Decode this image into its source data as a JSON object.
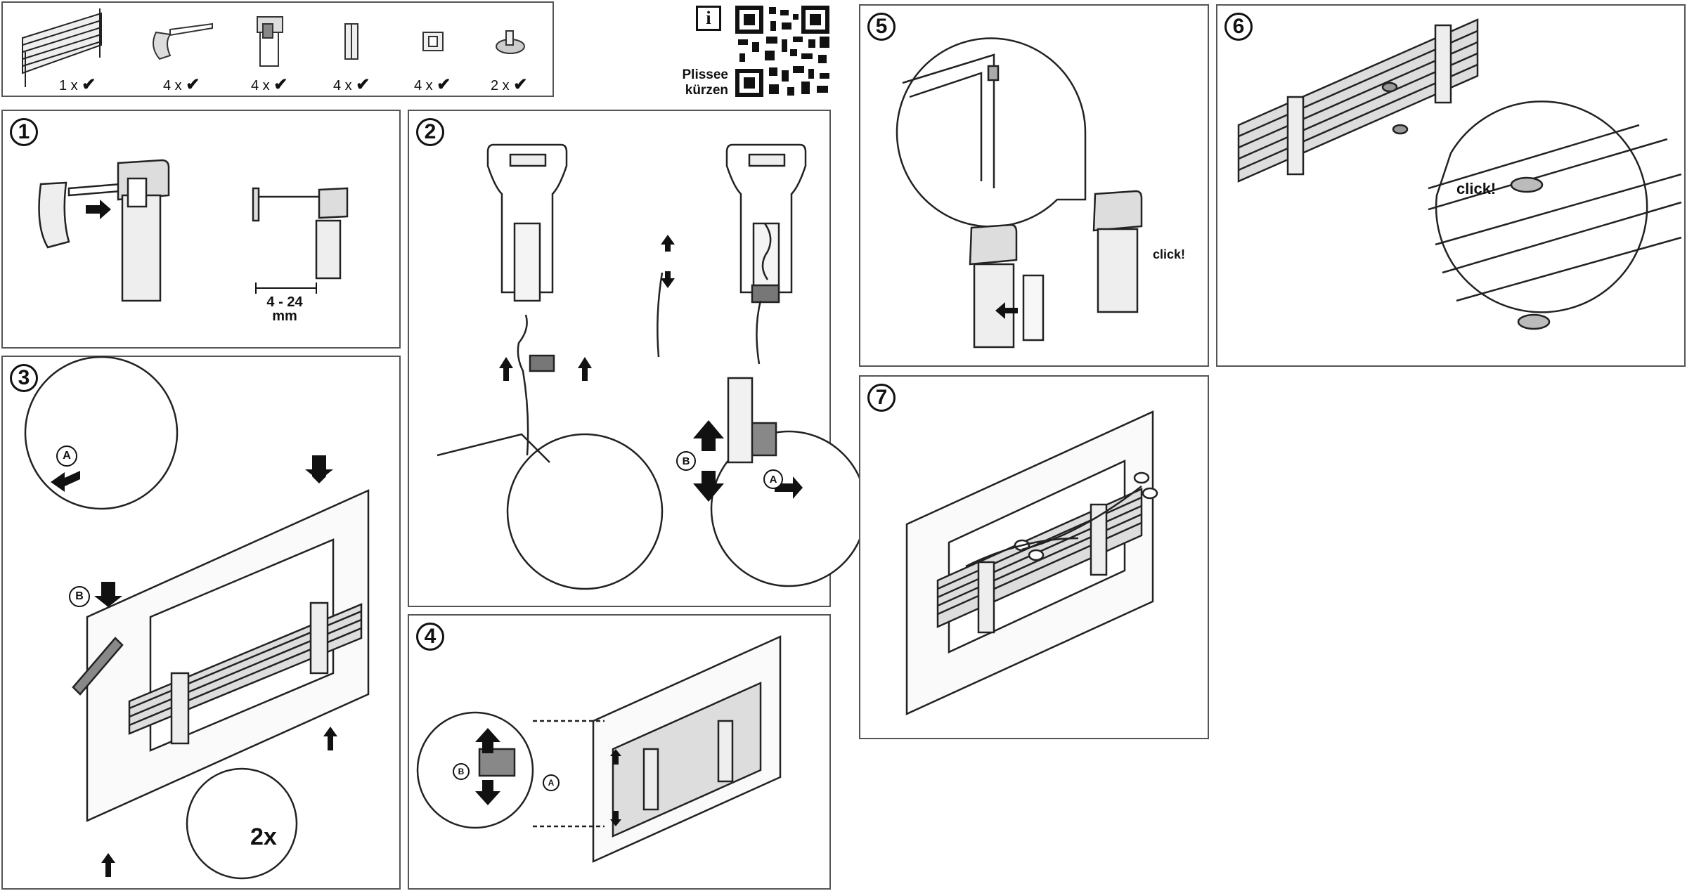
{
  "parts": [
    {
      "qty": "1 x",
      "icon": "pleated-blind-icon"
    },
    {
      "qty": "4 x",
      "icon": "end-cap-icon"
    },
    {
      "qty": "4 x",
      "icon": "clamp-bracket-icon"
    },
    {
      "qty": "4 x",
      "icon": "spacer-icon"
    },
    {
      "qty": "4 x",
      "icon": "clip-icon"
    },
    {
      "qty": "2 x",
      "icon": "handle-icon"
    }
  ],
  "check": "✔",
  "info": {
    "icon": "i",
    "label_line1": "Plissee",
    "label_line2": "kürzen"
  },
  "steps": {
    "s1": {
      "num": "1",
      "measure_line1": "4 - 24",
      "measure_line2": "mm"
    },
    "s2": {
      "num": "2",
      "label_a": "A",
      "label_b": "B"
    },
    "s3": {
      "num": "3",
      "label_a": "A",
      "label_b": "B",
      "count": "2x"
    },
    "s4": {
      "num": "4",
      "label_a": "A",
      "label_b": "B"
    },
    "s5": {
      "num": "5",
      "click": "click!"
    },
    "s6": {
      "num": "6",
      "click": "click!"
    },
    "s7": {
      "num": "7"
    }
  }
}
